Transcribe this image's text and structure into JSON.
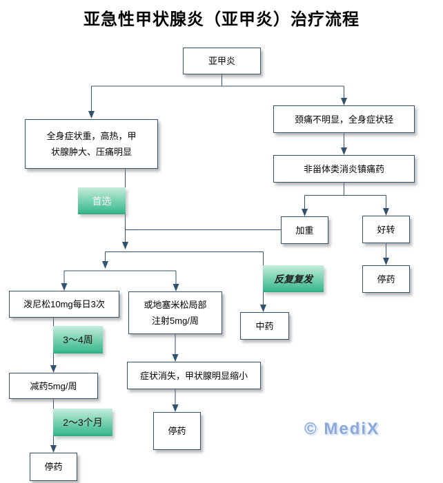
{
  "title": "亚急性甲状腺炎（亚甲炎）治疗流程",
  "watermark": "© MediX",
  "colors": {
    "line": "#31516f",
    "box_border": "#31516f",
    "box_fill": "#ffffff",
    "label_gradient_top": "#c6ecdc",
    "label_gradient_bottom": "#3eba90",
    "label_text_first_choice": "#ffffff",
    "watermark": "#8aa9da"
  },
  "nodes": {
    "root": {
      "label": "亚甲炎"
    },
    "severe": {
      "label": "全身症状重，高热，甲\n状腺肿大、压痛明显"
    },
    "mild": {
      "label": "颈痛不明显，全身症状轻"
    },
    "nsaid": {
      "label": "非甾体类消炎镇痛药"
    },
    "worse": {
      "label": "加重"
    },
    "better": {
      "label": "好转"
    },
    "stop_right": {
      "label": "停药"
    },
    "prednisone": {
      "label": "泼尼松10mg每日3次"
    },
    "dexamethasone": {
      "label": "或地塞米松局部\n注射5mg/周"
    },
    "tcm": {
      "label": "中药"
    },
    "relief": {
      "label": "症状消失，甲状腺明显缩小"
    },
    "taper": {
      "label": "减药5mg/周"
    },
    "stop_mid": {
      "label": "停药"
    },
    "stop_left": {
      "label": "停药"
    }
  },
  "labels": {
    "first_choice": {
      "text": "首选"
    },
    "recurrence": {
      "text": "反复复发"
    },
    "weeks_3_4": {
      "text": "3～4周"
    },
    "months_2_3": {
      "text": "2～3个月"
    }
  },
  "edges": [
    {
      "from": "root",
      "to": "severe"
    },
    {
      "from": "root",
      "to": "mild"
    },
    {
      "from": "mild",
      "to": "nsaid"
    },
    {
      "from": "nsaid",
      "to": "worse"
    },
    {
      "from": "nsaid",
      "to": "better"
    },
    {
      "from": "better",
      "to": "stop_right"
    },
    {
      "from": "severe",
      "to": "prednisone",
      "label": "首选"
    },
    {
      "from": "severe",
      "to": "dexamethasone",
      "label": "首选"
    },
    {
      "from": "worse",
      "to": "prednisone"
    },
    {
      "from": "worse",
      "to": "dexamethasone"
    },
    {
      "from": "severe",
      "to": "tcm",
      "label": "反复复发"
    },
    {
      "from": "prednisone",
      "to": "taper",
      "label": "3～4周"
    },
    {
      "from": "taper",
      "to": "stop_left",
      "label": "2～3个月"
    },
    {
      "from": "dexamethasone",
      "to": "relief"
    },
    {
      "from": "relief",
      "to": "stop_mid"
    }
  ]
}
